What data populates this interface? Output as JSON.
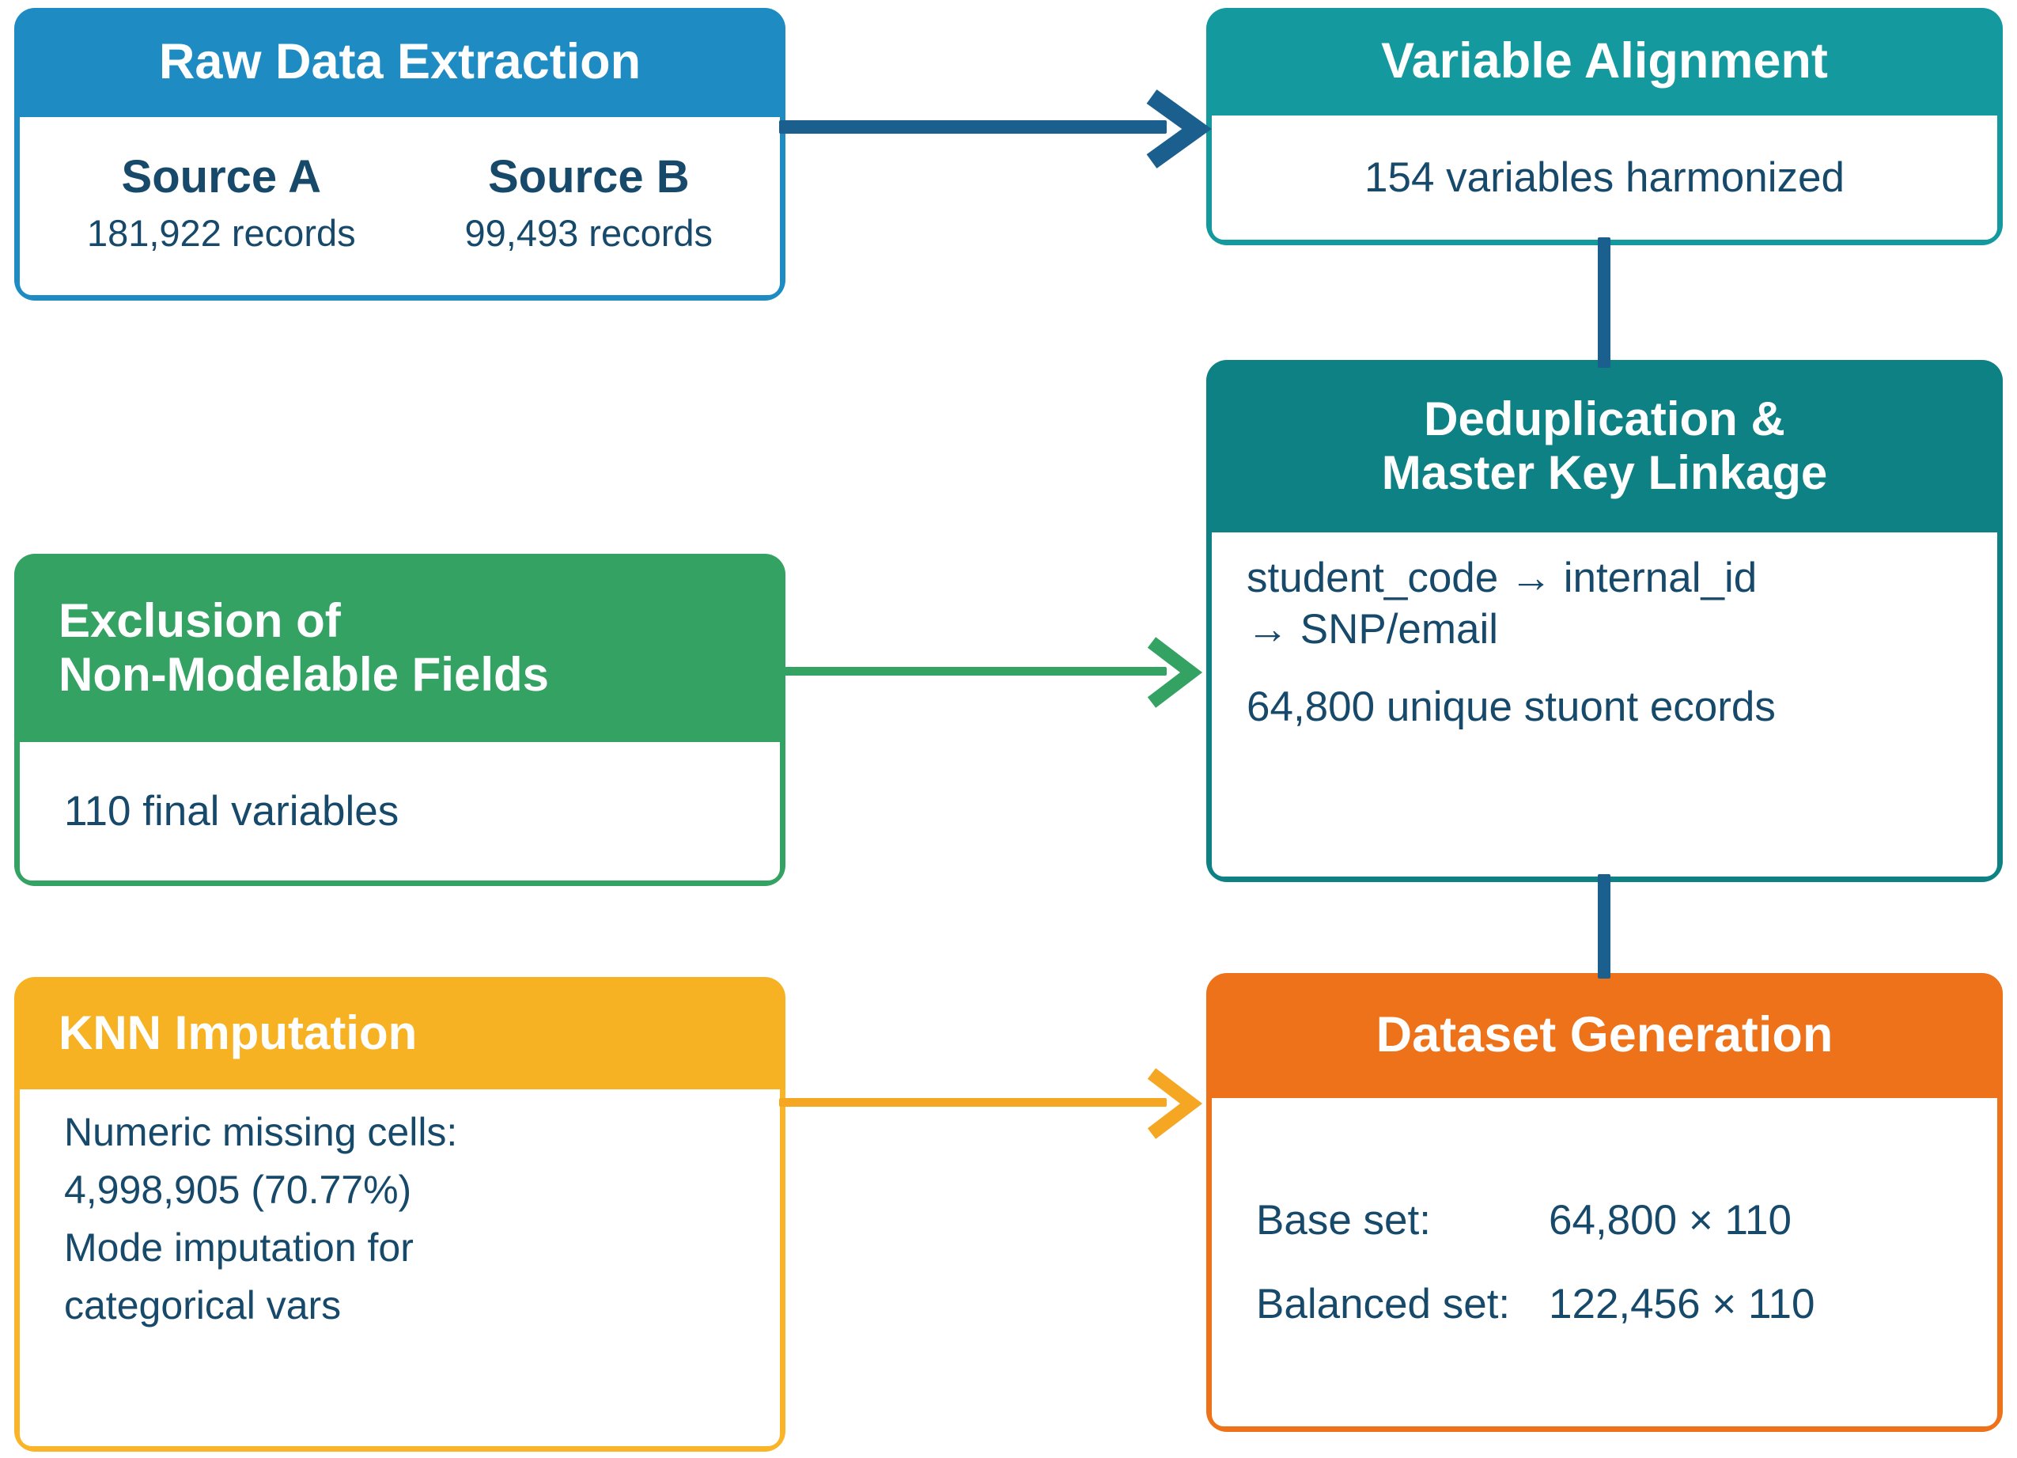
{
  "diagram": {
    "title": "Data preparation pipeline flowchart",
    "colors": {
      "blue": "#1e8bc3",
      "teal": "#149a9e",
      "teal_dark": "#0d8184",
      "green": "#34a262",
      "amber": "#f7b223",
      "orange": "#ed7219",
      "text_navy": "#17496b",
      "connector_navy": "#1b5f8f"
    }
  },
  "nodes": {
    "raw_data_extraction": {
      "title": "Raw Data Extraction",
      "sources": [
        {
          "name": "Source A",
          "records": "181,922 records"
        },
        {
          "name": "Source B",
          "records": "99,493 records"
        }
      ]
    },
    "variable_alignment": {
      "title": "Variable Alignment",
      "detail": "154 variables harmonized"
    },
    "deduplication": {
      "title_line1": "Deduplication &",
      "title_line2": "Master Key Linkage",
      "mapping_line1": "student_code → internal_id",
      "mapping_line2": "→ SNP/email",
      "records": "64,800 unique stuont ecords"
    },
    "exclusion": {
      "title_line1": "Exclusion of",
      "title_line2": "Non-Modelable Fields",
      "detail": "110 final variables"
    },
    "knn_imputation": {
      "title": "KNN Imputation",
      "lines": [
        "Numeric missing cells:",
        "4,998,905 (70.77%)",
        "Mode imputation for",
        "categorical vars"
      ]
    },
    "dataset_generation": {
      "title": "Dataset Generation",
      "rows": [
        {
          "label": "Base set:",
          "value": "64,800 × 110"
        },
        {
          "label": "Balanced set:",
          "value": "122,456 × 110"
        }
      ]
    }
  },
  "connectors": [
    {
      "name": "raw-to-alignment",
      "from": "raw_data_extraction",
      "to": "variable_alignment",
      "color": "#1b5f8f",
      "orientation": "horizontal"
    },
    {
      "name": "alignment-to-dedup",
      "from": "variable_alignment",
      "to": "deduplication",
      "color": "#1b5f8f",
      "orientation": "vertical"
    },
    {
      "name": "exclusion-to-dedup",
      "from": "exclusion",
      "to": "deduplication",
      "color": "#34a262",
      "orientation": "horizontal"
    },
    {
      "name": "dedup-to-dataset",
      "from": "deduplication",
      "to": "dataset_generation",
      "color": "#1b5f8f",
      "orientation": "vertical"
    },
    {
      "name": "knn-to-dataset",
      "from": "knn_imputation",
      "to": "dataset_generation",
      "color": "#f5a623",
      "orientation": "horizontal"
    }
  ]
}
